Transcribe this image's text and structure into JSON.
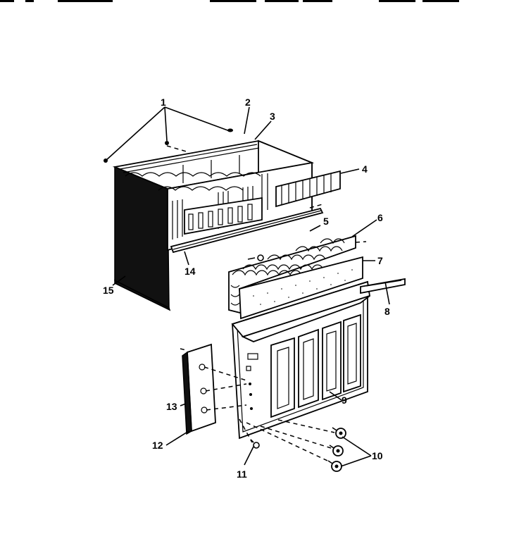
{
  "parts": [
    {
      "num": "1"
    },
    {
      "num": "2"
    },
    {
      "num": "3"
    },
    {
      "num": "4"
    },
    {
      "num": "5"
    },
    {
      "num": "6"
    },
    {
      "num": "7"
    },
    {
      "num": "8"
    },
    {
      "num": "9"
    },
    {
      "num": "10"
    },
    {
      "num": "11"
    },
    {
      "num": "12"
    },
    {
      "num": "13"
    },
    {
      "num": "14"
    },
    {
      "num": "15"
    }
  ]
}
